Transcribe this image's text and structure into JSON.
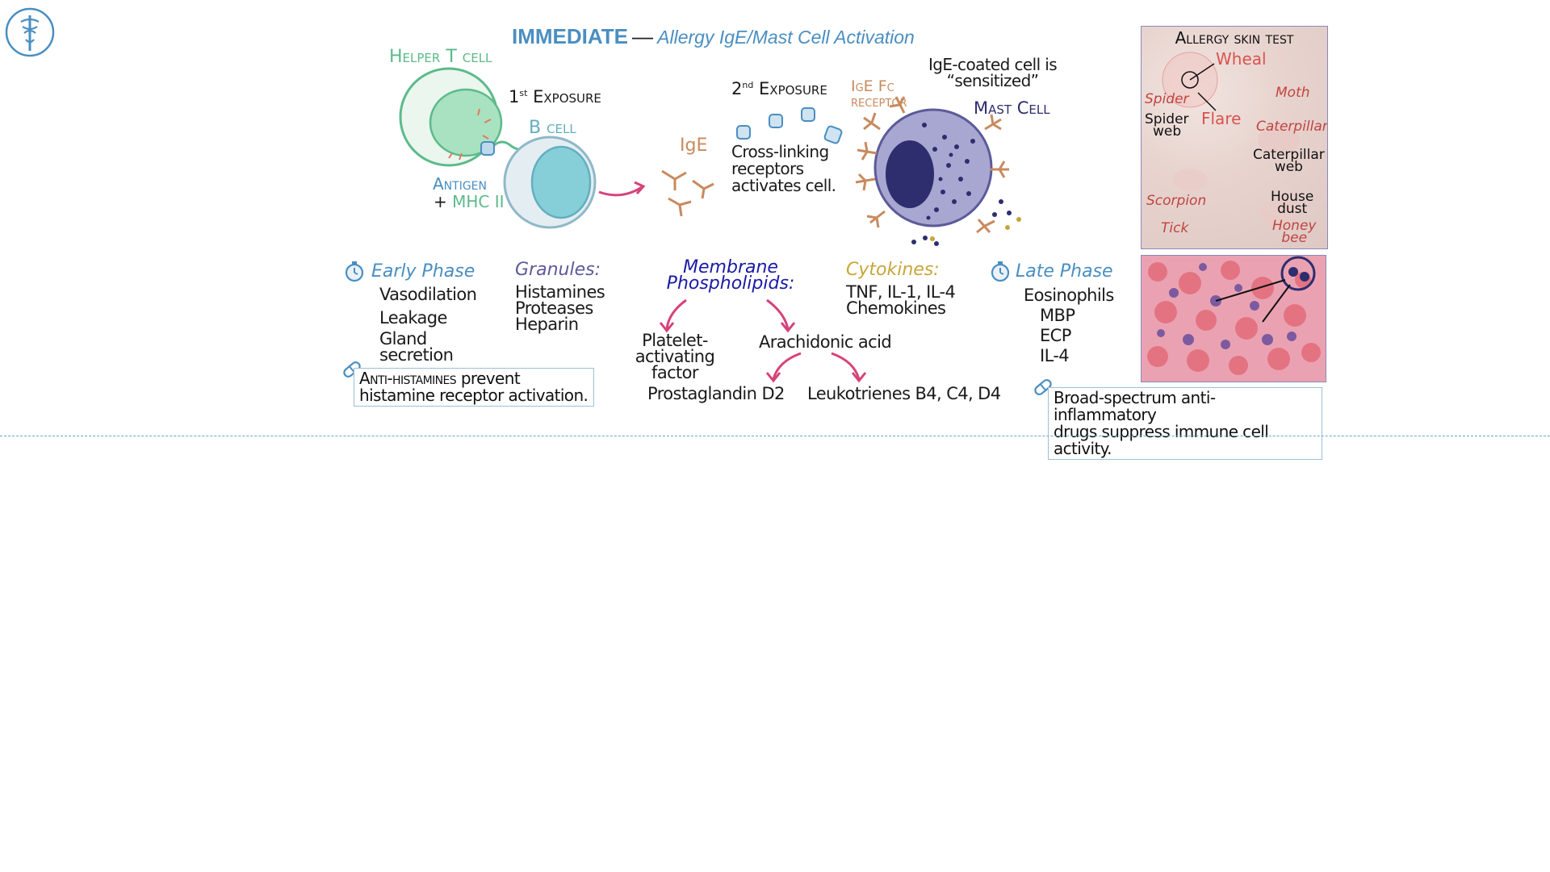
{
  "title": {
    "main": "IMMEDIATE",
    "dash": "—",
    "sub": "Allergy IgE/Mast Cell Activation"
  },
  "first_exposure": {
    "helper_t": "Helper T cell",
    "b_cell": "B cell",
    "exposure_label_num": "1",
    "exposure_label_sup": "st",
    "exposure_label_word": "Exposure",
    "antigen": "Antigen",
    "plus": "+",
    "mhc": "MHC II",
    "ige": "IgE"
  },
  "second_exposure": {
    "exposure_label_num": "2",
    "exposure_label_sup": "nd",
    "exposure_label_word": "Exposure",
    "receptor_line1": "IgE Fc",
    "receptor_line2": "receptor",
    "sensitized_line1": "IgE-coated cell is",
    "sensitized_line2": "“sensitized”",
    "mast_cell": "Mast Cell",
    "crosslink_line1": "Cross-linking",
    "crosslink_line2": "receptors",
    "crosslink_line3": "activates cell."
  },
  "early_phase": {
    "heading": "Early Phase",
    "items": [
      "Vasodilation",
      "Leakage",
      "Gland",
      "secretion"
    ]
  },
  "granules": {
    "heading": "Granules:",
    "items": [
      "Histamines",
      "Proteases",
      "Heparin"
    ]
  },
  "membrane": {
    "heading_line1": "Membrane",
    "heading_line2": "Phospholipids:",
    "paf_line1": "Platelet-activating",
    "paf_line2": "factor",
    "arachidonic": "Arachidonic acid",
    "prostaglandin": "Prostaglandin D2",
    "leukotrienes": "Leukotrienes B4, C4, D4"
  },
  "cytokines": {
    "heading": "Cytokines:",
    "items": [
      "TNF, IL-1, IL-4",
      "Chemokines"
    ]
  },
  "late_phase": {
    "heading": "Late Phase",
    "items": [
      "Eosinophils",
      "MBP",
      "ECP",
      "IL-4"
    ]
  },
  "notes": {
    "antihistamine_line1_sc": "Anti-histamines",
    "antihistamine_line1_rest": " prevent",
    "antihistamine_line2": "histamine receptor activation.",
    "broad_line1": "Broad-spectrum anti-inflammatory",
    "broad_line2": "drugs suppress immune cell activity."
  },
  "skin_test": {
    "title": "Allergy skin test",
    "wheal": "Wheal",
    "flare": "Flare",
    "spider": "Spider",
    "spider_web_1": "Spider",
    "spider_web_2": "web",
    "moth": "Moth",
    "caterpillar": "Caterpillar",
    "caterpillar_web_1": "Caterpillar",
    "caterpillar_web_2": "web",
    "scorpion": "Scorpion",
    "house_dust_1": "House",
    "house_dust_2": "dust",
    "tick": "Tick",
    "honey_bee_1": "Honey",
    "honey_bee_2": "bee"
  },
  "colors": {
    "accent_blue": "#4a8ec1",
    "helper_green": "#5cba8a",
    "b_cell_teal": "#63aec0",
    "antibody_orange": "#c88a5e",
    "mast_cell_navy": "#2e2d6e",
    "arrow_pink": "#d6427a",
    "cytokine_gold": "#c6a63a"
  },
  "icons": [
    "logo-caduceus-icon",
    "stopwatch-icon",
    "pill-icon"
  ]
}
